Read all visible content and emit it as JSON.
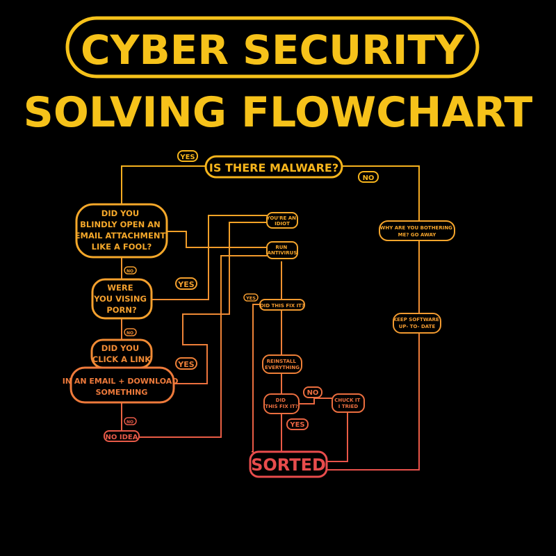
{
  "title": {
    "line1": "CYBER SECURITY",
    "line2": "SOLVING FLOWCHART"
  },
  "colors": {
    "background": "#000000",
    "title": "#f6c21a",
    "gradient_top": "#f6b51c",
    "gradient_mid": "#f08a35",
    "gradient_bottom": "#e84c4c"
  },
  "nodes": {
    "malware": "IS THERE MALWARE?",
    "attachment": [
      "DID YOU",
      "BLINDLY OPEN AN",
      "EMAIL ATTACHMENT",
      "LIKE A FOOL?"
    ],
    "porn": [
      "WERE",
      "YOU VISING",
      "PORN?"
    ],
    "click": [
      "DID YOU",
      "CLICK A LINK"
    ],
    "download": [
      "IN AN EMAIL + DOWNLOAD",
      "SOMETHING"
    ],
    "no_idea": "NO IDEA",
    "idiot": [
      "YOU'RE AN",
      "IDIOT"
    ],
    "antivirus": [
      "RUN",
      "ANTIVIRUS"
    ],
    "fix1": "DID THIS FIX IT?",
    "reinstall": [
      "REINSTALL",
      "EVERYTHING"
    ],
    "fix2": [
      "DID",
      "THIS FIX IT?"
    ],
    "chuck": [
      "CHUCK IT",
      "I TRIED"
    ],
    "sorted": "SORTED",
    "bothering": [
      "WHY ARE YOU BOTHERING",
      "ME? GO AWAY"
    ],
    "update": [
      "KEEP SOFTWARE",
      "UP- TO- DATE"
    ]
  },
  "labels": {
    "yes_top": "YES",
    "no_top": "NO",
    "no_attachment": "NO",
    "yes_porn": "YES",
    "no_porn": "NO",
    "yes_click": "YES",
    "no_click": "NO",
    "yes_fix1": "YES",
    "no_fix2": "NO",
    "yes_fix2": "YES"
  }
}
